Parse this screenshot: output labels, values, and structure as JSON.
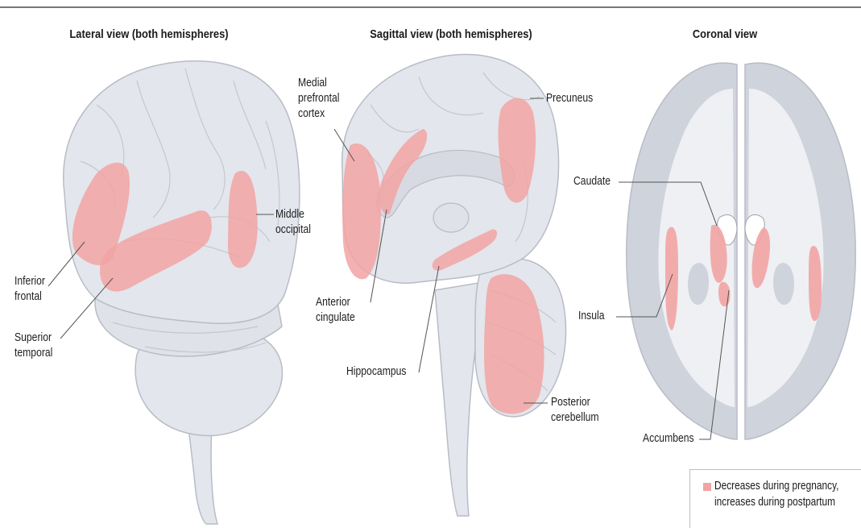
{
  "panels": {
    "lateral": {
      "title": "Lateral view (both hemispheres)"
    },
    "sagittal": {
      "title": "Sagittal view (both hemispheres)"
    },
    "coronal": {
      "title": "Coronal view"
    }
  },
  "labels": {
    "inferior_frontal": [
      "Inferior",
      "frontal"
    ],
    "superior_temporal": [
      "Superior",
      "temporal"
    ],
    "middle_occipital": [
      "Middle",
      "occipital"
    ],
    "medial_prefrontal": [
      "Medial",
      "prefrontal",
      "cortex"
    ],
    "precuneus": [
      "Precuneus"
    ],
    "anterior_cingulate": [
      "Anterior",
      "cingulate"
    ],
    "hippocampus": [
      "Hippocampus"
    ],
    "posterior_cerebellum": [
      "Posterior",
      "cerebellum"
    ],
    "caudate": [
      "Caudate"
    ],
    "insula": [
      "Insula"
    ],
    "accumbens": [
      "Accumbens"
    ]
  },
  "legend": {
    "lines": [
      "Decreases during pregnancy,",
      "increases during postpartum"
    ]
  },
  "colors": {
    "highlight": "#f2a3a3",
    "brain_fill": "#e3e6ec",
    "brain_outline": "#b8bcc6",
    "cortex": "#cfd3dc",
    "white_matter": "#eef0f4"
  }
}
